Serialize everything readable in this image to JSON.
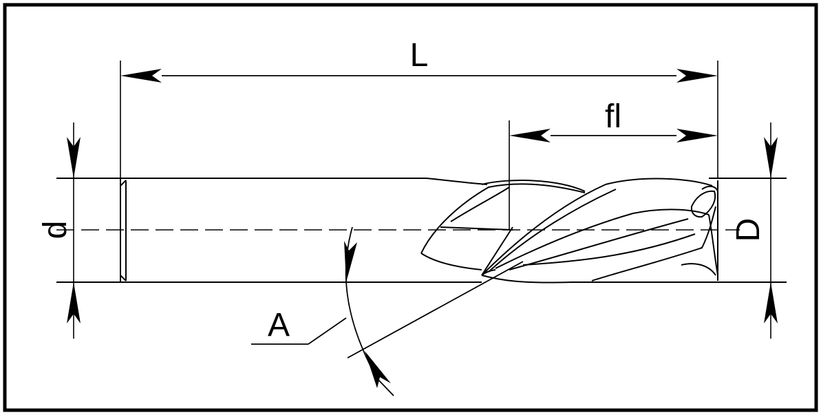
{
  "labels": {
    "overall_length": "L",
    "flute_length": "fl",
    "shank_diameter": "d",
    "cutting_diameter": "D",
    "helix_angle": "A"
  },
  "colors": {
    "ink": "#000000",
    "paper": "#ffffff"
  }
}
